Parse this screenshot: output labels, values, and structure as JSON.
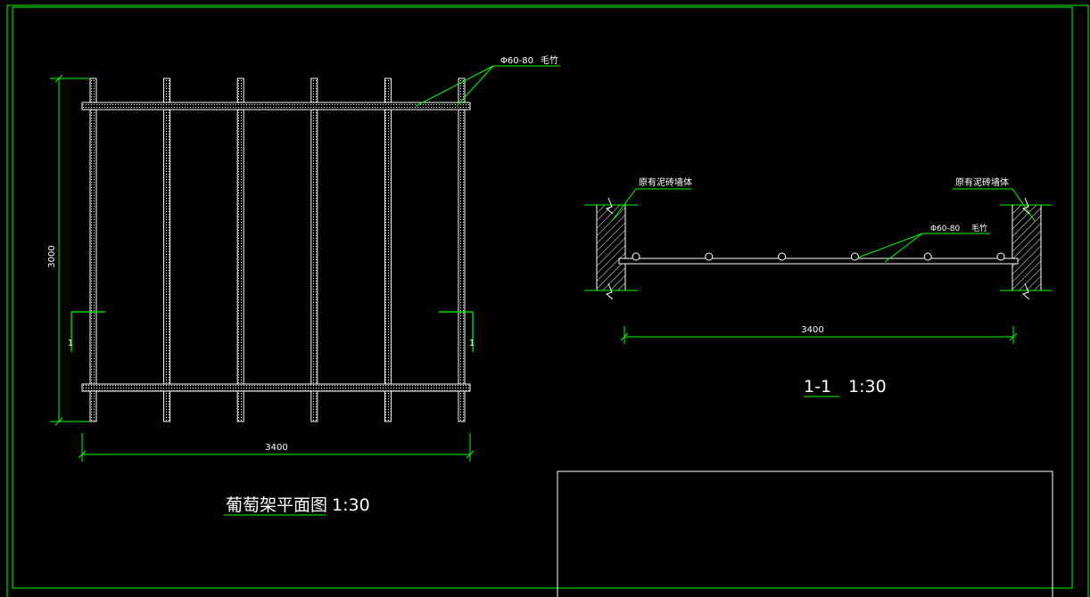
{
  "colors": {
    "background": "#000000",
    "frame": "#00ff00",
    "dimension": "#00ff00",
    "leader": "#00ff00",
    "outline": "#ffffff",
    "bamboo": "#ffffff",
    "wall_hatch": "#ffffff"
  },
  "plan": {
    "title": "葡萄架平面图",
    "scale": "1:30",
    "width_dim": "3400",
    "height_dim": "3000",
    "bamboo_label": "Φ60-80",
    "bamboo_material": "毛竹",
    "section_mark_left": "1",
    "section_mark_right": "1",
    "vertical_bamboo_count": 6,
    "horizontal_beam_count": 2
  },
  "section": {
    "title": "1-1",
    "scale": "1:30",
    "width_dim": "3400",
    "wall_label_left": "原有泥砖墙体",
    "wall_label_right": "原有泥砖墙体",
    "bamboo_label": "Φ60-80",
    "bamboo_material": "毛竹",
    "bamboo_circle_count": 6
  }
}
